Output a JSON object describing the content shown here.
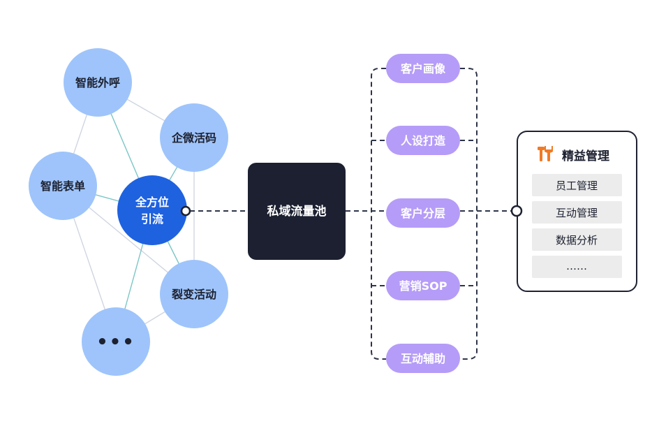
{
  "colors": {
    "satellite_fill": "#9ec4fb",
    "center_fill": "#1f62e0",
    "hub_fill": "#1c2030",
    "pill_fill": "#b59cf8",
    "panel_item_fill": "#ececec",
    "panel_border": "#1d2130",
    "dash": "#2d3447",
    "accent_icon": "#f07a26",
    "text_dark": "#1d2130",
    "text_light": "#ffffff"
  },
  "network": {
    "center": {
      "line1": "全方位",
      "line2": "引流"
    },
    "nodes": [
      {
        "id": "call",
        "label": "智能外呼"
      },
      {
        "id": "wecom",
        "label": "企微活码"
      },
      {
        "id": "form",
        "label": "智能表单"
      },
      {
        "id": "fission",
        "label": "裂变活动"
      },
      {
        "id": "more",
        "label": "•••",
        "icon": "ellipsis-icon"
      }
    ]
  },
  "hub": {
    "label": "私域流量池"
  },
  "stages": [
    "客户画像",
    "人设打造",
    "客户分层",
    "营销SOP",
    "互动辅助"
  ],
  "panel": {
    "title": "精益管理",
    "icon": "tools-icon",
    "items": [
      "员工管理",
      "互动管理",
      "数据分析",
      "……"
    ]
  }
}
